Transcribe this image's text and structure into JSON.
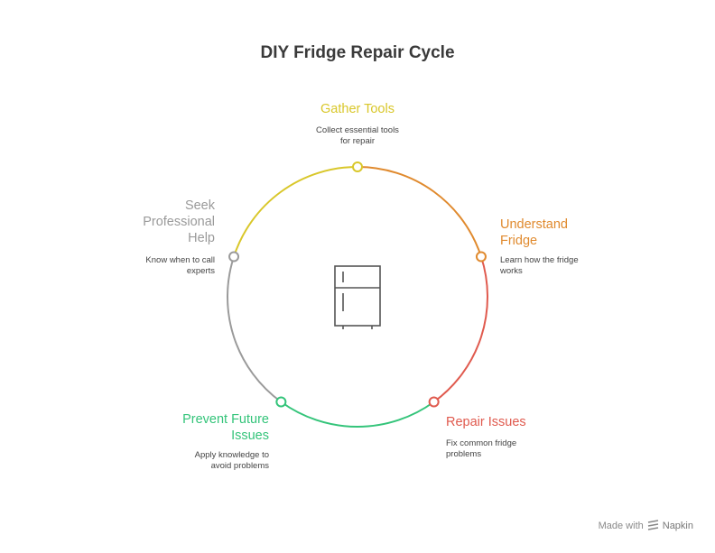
{
  "title": "DIY Fridge Repair Cycle",
  "center_icon": "fridge-icon",
  "steps": [
    {
      "id": "gather-tools",
      "title_lines": [
        "Gather Tools"
      ],
      "desc_lines": [
        "Collect essential tools",
        "for repair"
      ],
      "color": "#d9c72a"
    },
    {
      "id": "understand-fridge",
      "title_lines": [
        "Understand",
        "Fridge"
      ],
      "desc_lines": [
        "Learn how the fridge",
        "works"
      ],
      "color": "#e08a2e"
    },
    {
      "id": "repair-issues",
      "title_lines": [
        "Repair Issues"
      ],
      "desc_lines": [
        "Fix common fridge",
        "problems"
      ],
      "color": "#e05a4e"
    },
    {
      "id": "prevent-future-issues",
      "title_lines": [
        "Prevent Future",
        "Issues"
      ],
      "desc_lines": [
        "Apply knowledge to",
        "avoid problems"
      ],
      "color": "#34c47a"
    },
    {
      "id": "seek-professional-help",
      "title_lines": [
        "Seek",
        "Professional",
        "Help"
      ],
      "desc_lines": [
        "Know when to call",
        "experts"
      ],
      "color": "#9a9a9a"
    }
  ],
  "footer": {
    "made_with": "Made with",
    "brand": "Napkin",
    "icon": "napkin-logo-icon"
  }
}
